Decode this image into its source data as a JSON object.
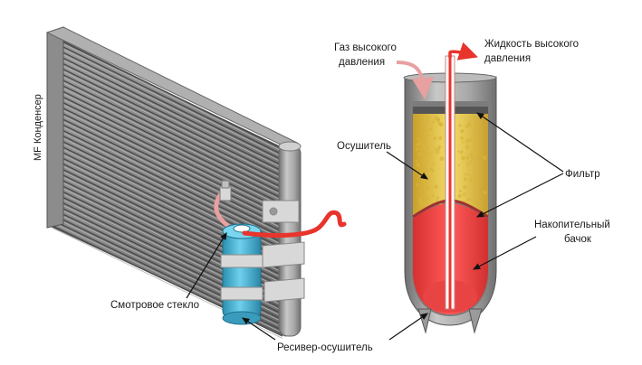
{
  "labels": {
    "condenser": "MF Конденсер",
    "sight_glass": "Смотровое стекло",
    "receiver_dryer": "Ресивер-осушитель",
    "gas_line1": "Газ высокого",
    "gas_line2": "давления",
    "liquid_line1": "Жидкость высокого",
    "liquid_line2": "давления",
    "desiccant": "Осушитель",
    "filter": "Фильтр",
    "reservoir_line1": "Накопительный",
    "reservoir_line2": "бачок"
  },
  "colors": {
    "refrigerant_line": "#e8342c",
    "gas_arrow": "#e8a0a0",
    "desiccant": "#e8c84a",
    "reservoir": "#f04848",
    "drier_body": "#4fb8d8",
    "canister": "#9a9a9a"
  }
}
